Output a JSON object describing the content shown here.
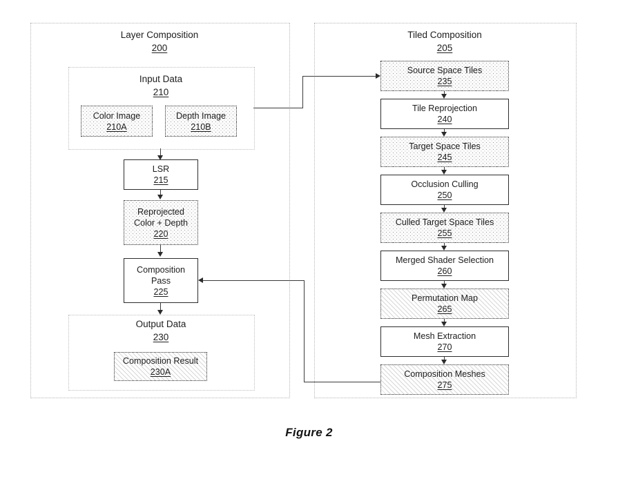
{
  "figure": {
    "caption": "Figure 2"
  },
  "panels": [
    {
      "id": "layer-composition",
      "title": "Layer Composition",
      "ref": "200"
    },
    {
      "id": "tiled-composition",
      "title": "Tiled Composition",
      "ref": "205"
    }
  ],
  "groups": [
    {
      "id": "input-data",
      "title": "Input Data",
      "ref": "210"
    },
    {
      "id": "output-data",
      "title": "Output Data",
      "ref": "230"
    }
  ],
  "left_nodes": [
    {
      "id": "color-image",
      "label": "Color Image",
      "ref": "210A",
      "fill": "stipple",
      "border": "dotted"
    },
    {
      "id": "depth-image",
      "label": "Depth Image",
      "ref": "210B",
      "fill": "stipple",
      "border": "dotted"
    },
    {
      "id": "lsr",
      "label": "LSR",
      "ref": "215",
      "fill": "plain",
      "border": "solid"
    },
    {
      "id": "reprojected",
      "label": "Reprojected\nColor + Depth",
      "ref": "220",
      "fill": "stipple",
      "border": "dotted"
    },
    {
      "id": "composition-pass",
      "label": "Composition\nPass",
      "ref": "225",
      "fill": "plain",
      "border": "solid"
    },
    {
      "id": "composition-result",
      "label": "Composition Result",
      "ref": "230A",
      "fill": "hatch",
      "border": "dotted"
    }
  ],
  "right_nodes": [
    {
      "id": "source-space-tiles",
      "label": "Source Space Tiles",
      "ref": "235",
      "fill": "stipple",
      "border": "dotted"
    },
    {
      "id": "tile-reprojection",
      "label": "Tile Reprojection",
      "ref": "240",
      "fill": "plain",
      "border": "solid"
    },
    {
      "id": "target-space-tiles",
      "label": "Target Space Tiles",
      "ref": "245",
      "fill": "stipple",
      "border": "dotted"
    },
    {
      "id": "occlusion-culling",
      "label": "Occlusion Culling",
      "ref": "250",
      "fill": "plain",
      "border": "solid"
    },
    {
      "id": "culled-target-space-tiles",
      "label": "Culled Target Space Tiles",
      "ref": "255",
      "fill": "stipple",
      "border": "dotted"
    },
    {
      "id": "merged-shader-selection",
      "label": "Merged Shader Selection",
      "ref": "260",
      "fill": "plain",
      "border": "solid"
    },
    {
      "id": "permutation-map",
      "label": "Permutation Map",
      "ref": "265",
      "fill": "hatch",
      "border": "dotted"
    },
    {
      "id": "mesh-extraction",
      "label": "Mesh Extraction",
      "ref": "270",
      "fill": "plain",
      "border": "solid"
    },
    {
      "id": "composition-meshes",
      "label": "Composition Meshes",
      "ref": "275",
      "fill": "hatch",
      "border": "dotted"
    }
  ],
  "colors": {
    "line": "#3a3a3a",
    "box_border": "#2b2b2b",
    "panel_border": "#b4b4b4",
    "text": "#1d1d1d",
    "background": "#ffffff"
  }
}
